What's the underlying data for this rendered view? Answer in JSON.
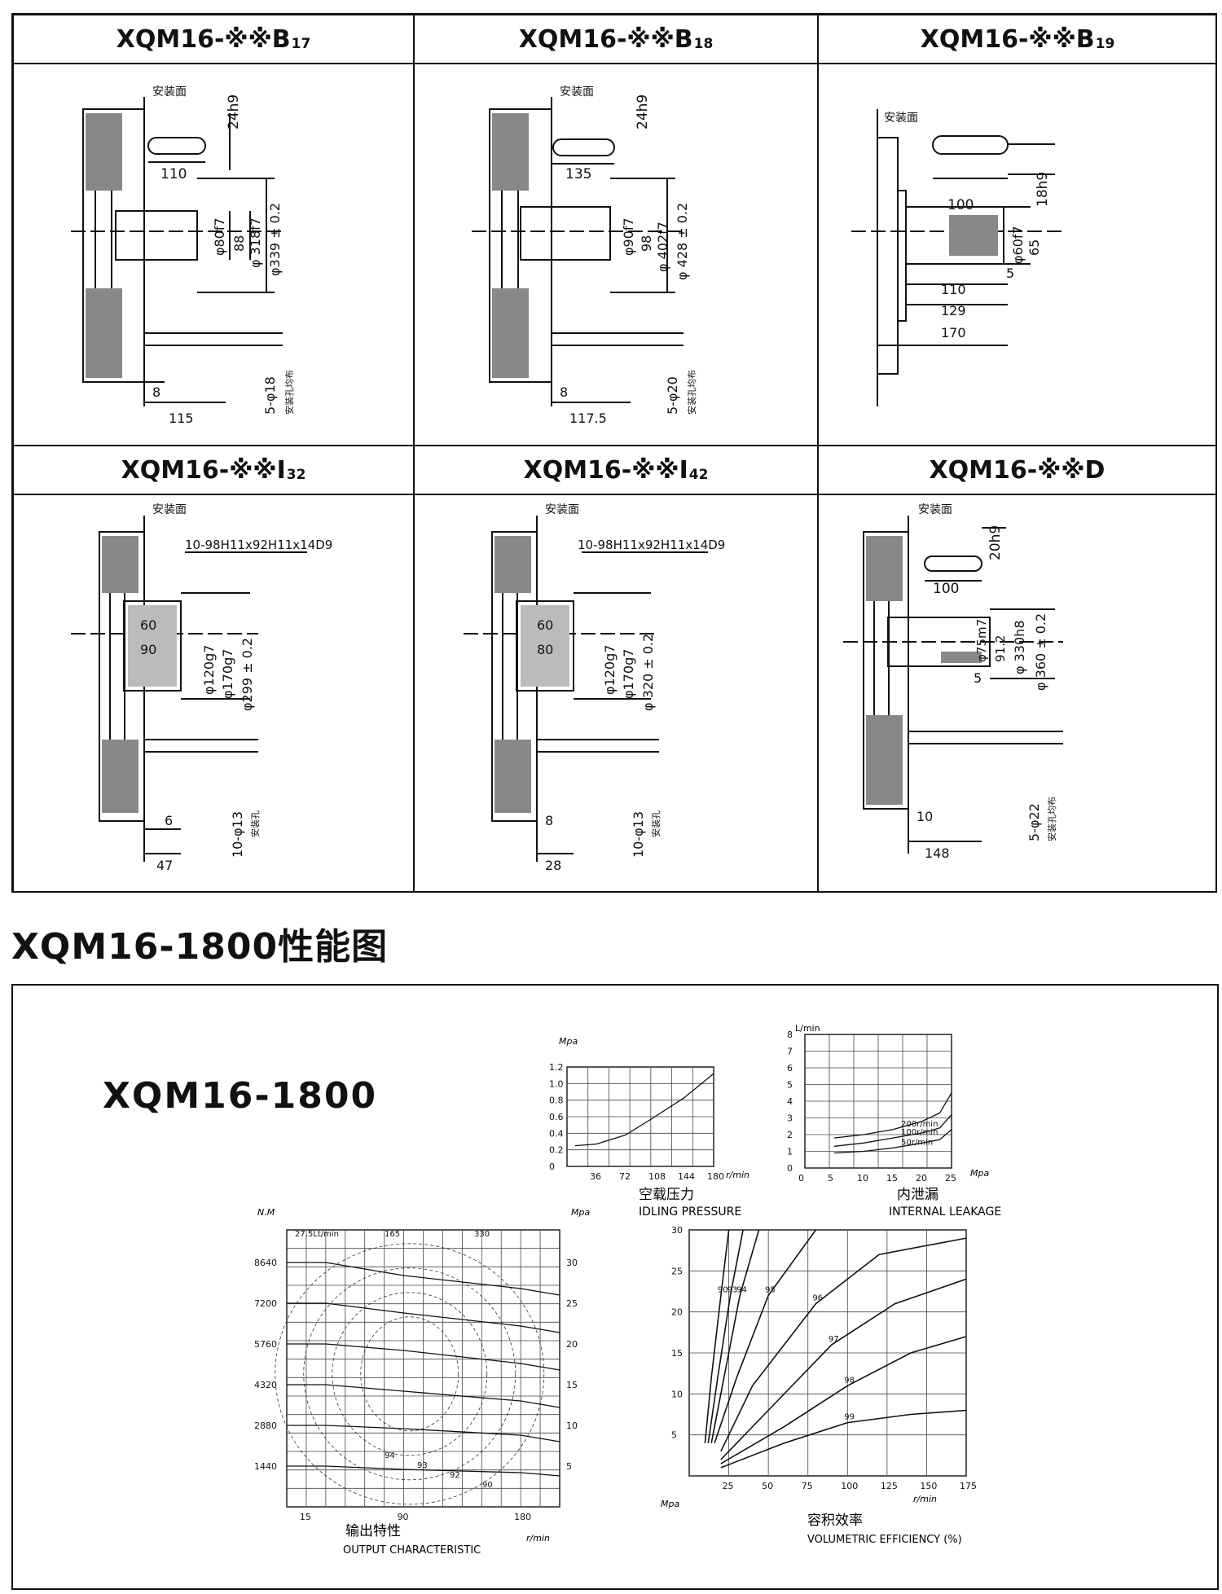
{
  "drawings": [
    {
      "title": "XQM16-※※B",
      "sub": "17",
      "mount": "安装面",
      "key_h": "24h9",
      "key_len": "110",
      "d1": "φ80f7",
      "d2": "88",
      "d3": "φ 318f7",
      "d4": "φ339 ± 0.2",
      "holes": "5-φ18",
      "holes_note": "安装孔均布",
      "dim_a": "8",
      "dim_b": "115"
    },
    {
      "title": "XQM16-※※B",
      "sub": "18",
      "mount": "安装面",
      "key_h": "24h9",
      "key_len": "135",
      "d1": "φ90f7",
      "d2": "98",
      "d3": "φ 402f7",
      "d4": "φ 428 ± 0.2",
      "holes": "5-φ20",
      "holes_note": "安装孔均布",
      "dim_a": "8",
      "dim_b": "117.5"
    },
    {
      "title": "XQM16-※※B",
      "sub": "19",
      "mount": "安装面",
      "key_len": "100",
      "key_h": "18h9",
      "d1": "φ60f7",
      "d2": "65",
      "dim_c": "5",
      "dim_d": "110",
      "dim_e": "129",
      "dim_f": "170"
    },
    {
      "title": "XQM16-※※I",
      "sub": "32",
      "mount": "安装面",
      "spline": "10-98H11x92H11x14D9",
      "in1": "60",
      "in2": "90",
      "d1": "φ120g7",
      "d2": "φ170g7",
      "d3": "φ299 ± 0.2",
      "holes": "10-φ13",
      "holes_note": "安装孔",
      "dim_a": "6",
      "dim_b": "47"
    },
    {
      "title": "XQM16-※※I",
      "sub": "42",
      "mount": "安装面",
      "spline": "10-98H11x92H11x14D9",
      "in1": "60",
      "in2": "80",
      "d1": "φ120g7",
      "d2": "φ170g7",
      "d3": "φ 320 ± 0.2",
      "holes": "10-φ13",
      "holes_note": "安装孔",
      "dim_a": "8",
      "dim_b": "28"
    },
    {
      "title": "XQM16-※※D",
      "sub": "",
      "mount": "安装面",
      "key_h": "20h9",
      "key_len": "100",
      "d1": "φ75m7",
      "d2": "91.2",
      "d3": "φ 330h8",
      "d4": "φ 360 ± 0.2",
      "dim_c": "5",
      "holes": "5-φ22",
      "holes_note": "安装孔均布",
      "dim_a": "10",
      "dim_b": "148"
    }
  ],
  "section_title": "XQM16-1800性能图",
  "model_label": "XQM16-1800",
  "chart_data": [
    {
      "type": "line",
      "title": "空载压力",
      "subtitle": "IDLING PRESSURE",
      "ylabel": "Mpa",
      "xlabel": "r/min",
      "x_ticks": [
        "36",
        "72",
        "108",
        "144",
        "180"
      ],
      "y_ticks": [
        "0",
        "0.2",
        "0.4",
        "0.6",
        "0.8",
        "1.0",
        "1.2"
      ],
      "xlim": [
        0,
        180
      ],
      "ylim": [
        0,
        1.2
      ],
      "series": [
        {
          "x": [
            10,
            36,
            72,
            108,
            144,
            180
          ],
          "values": [
            0.25,
            0.27,
            0.38,
            0.6,
            0.83,
            1.12
          ]
        }
      ]
    },
    {
      "type": "line",
      "title": "内泄漏",
      "subtitle": "INTERNAL LEAKAGE",
      "ylabel": "L/min",
      "xlabel": "Mpa",
      "x_ticks": [
        "0",
        "5",
        "10",
        "15",
        "20",
        "25"
      ],
      "y_ticks": [
        "0",
        "1",
        "2",
        "3",
        "4",
        "5",
        "6",
        "7",
        "8"
      ],
      "xlim": [
        0,
        25
      ],
      "ylim": [
        0,
        8
      ],
      "series": [
        {
          "name": "200r/min",
          "x": [
            5,
            10,
            15,
            20,
            23,
            25
          ],
          "values": [
            1.8,
            2.0,
            2.3,
            2.8,
            3.3,
            4.5
          ]
        },
        {
          "name": "100r/min",
          "x": [
            5,
            10,
            15,
            20,
            23,
            25
          ],
          "values": [
            1.3,
            1.5,
            1.8,
            2.1,
            2.4,
            3.2
          ]
        },
        {
          "name": "50r/min",
          "x": [
            5,
            10,
            15,
            20,
            23,
            25
          ],
          "values": [
            0.9,
            1.0,
            1.2,
            1.5,
            1.7,
            2.3
          ]
        }
      ]
    },
    {
      "type": "line",
      "title": "输出特性",
      "subtitle": "OUTPUT CHARACTERISTIC",
      "ylabel": "N.M",
      "y2label": "Mpa",
      "xlabel": "r/min",
      "x_ticks": [
        "15",
        "90",
        "180"
      ],
      "y_ticks": [
        "1440",
        "2880",
        "4320",
        "5760",
        "7200",
        "8640"
      ],
      "y2_ticks": [
        "5",
        "10",
        "15",
        "20",
        "25",
        "30"
      ],
      "flow_labels": [
        "27.5Lt/min",
        "165",
        "330"
      ],
      "efficiency_labels": [
        "94",
        "93",
        "92",
        "90"
      ],
      "xlim": [
        0,
        210
      ],
      "ylim": [
        0,
        10000
      ],
      "series": [
        {
          "name": "30",
          "x": [
            0,
            30,
            90,
            180,
            210
          ],
          "values": [
            8640,
            8640,
            8600,
            8560,
            8540
          ]
        },
        {
          "name": "25",
          "x": [
            0,
            30,
            90,
            180,
            210
          ],
          "values": [
            7200,
            7200,
            7170,
            7130,
            7110
          ]
        },
        {
          "name": "20",
          "x": [
            0,
            30,
            90,
            180,
            210
          ],
          "values": [
            5760,
            5760,
            5740,
            5700,
            5680
          ]
        },
        {
          "name": "15",
          "x": [
            0,
            30,
            90,
            180,
            210
          ],
          "values": [
            4320,
            4320,
            4300,
            4270,
            4250
          ]
        },
        {
          "name": "10",
          "x": [
            0,
            30,
            90,
            180,
            210
          ],
          "values": [
            2880,
            2880,
            2870,
            2850,
            2830
          ]
        },
        {
          "name": "5",
          "x": [
            0,
            30,
            90,
            180,
            210
          ],
          "values": [
            1440,
            1440,
            1430,
            1420,
            1410
          ]
        }
      ]
    },
    {
      "type": "line",
      "title": "容积效率",
      "subtitle": "VOLUMETRIC  EFFICIENCY  (%)",
      "ylabel": "Mpa",
      "xlabel": "r/min",
      "x_ticks": [
        "25",
        "50",
        "75",
        "100",
        "125",
        "150",
        "175"
      ],
      "y_ticks": [
        "5",
        "10",
        "15",
        "20",
        "25",
        "30"
      ],
      "xlim": [
        0,
        175
      ],
      "ylim": [
        0,
        30
      ],
      "series": [
        {
          "name": "90",
          "x": [
            10,
            14,
            20,
            25
          ],
          "values": [
            4,
            12,
            22,
            30
          ]
        },
        {
          "name": "93",
          "x": [
            12,
            18,
            26,
            34
          ],
          "values": [
            4,
            12,
            22,
            30
          ]
        },
        {
          "name": "94",
          "x": [
            14,
            22,
            32,
            44
          ],
          "values": [
            4,
            12,
            22,
            30
          ]
        },
        {
          "name": "95",
          "x": [
            16,
            30,
            50,
            80
          ],
          "values": [
            4,
            12,
            22,
            30
          ]
        },
        {
          "name": "96",
          "x": [
            20,
            40,
            80,
            120,
            175
          ],
          "values": [
            3,
            11,
            21,
            27,
            29
          ]
        },
        {
          "name": "97",
          "x": [
            20,
            50,
            90,
            130,
            175
          ],
          "values": [
            2,
            8,
            16,
            21,
            24
          ]
        },
        {
          "name": "98",
          "x": [
            20,
            60,
            100,
            140,
            175
          ],
          "values": [
            1.5,
            6,
            11,
            15,
            17
          ]
        },
        {
          "name": "99",
          "x": [
            20,
            60,
            100,
            140,
            175
          ],
          "values": [
            1,
            4,
            6.5,
            7.5,
            8
          ]
        }
      ]
    }
  ]
}
